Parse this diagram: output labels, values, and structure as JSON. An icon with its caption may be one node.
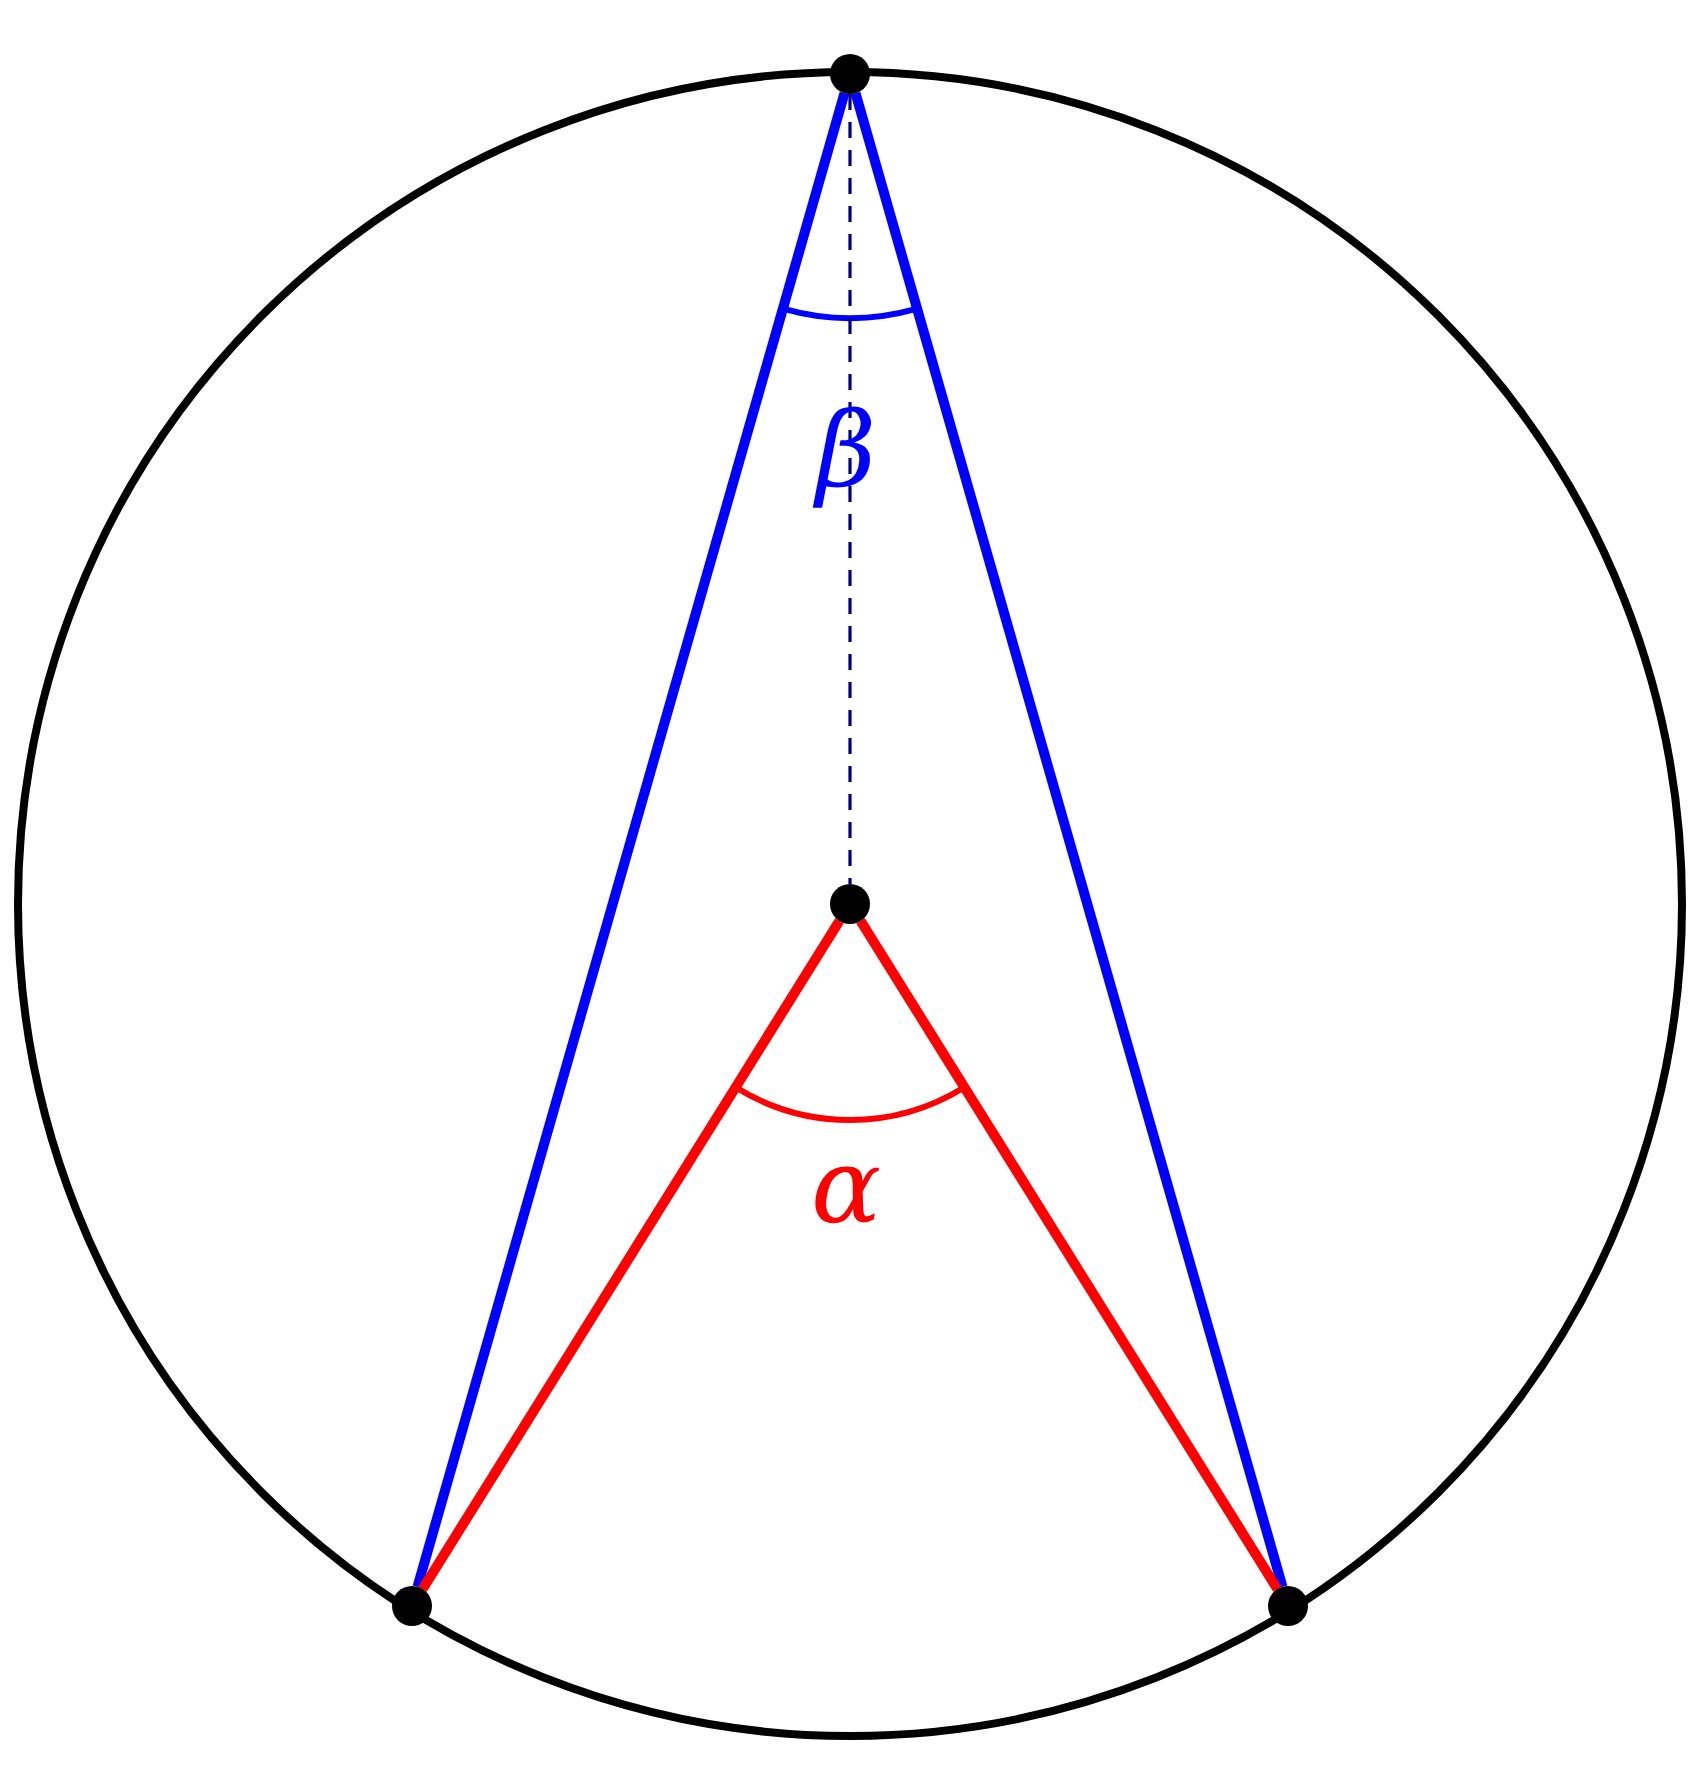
{
  "diagram": {
    "nodes": [
      {
        "text": [],
        "shape": "circle"
      },
      {
        "text": [],
        "shape": "circle"
      },
      {
        "text": [],
        "shape": "circle"
      },
      {
        "text": [],
        "shape": "circle"
      }
    ],
    "edges": [
      {
        "from": 0,
        "to": 2,
        "arrow": "none",
        "color": "#0000ff"
      },
      {
        "from": 0,
        "to": 3,
        "arrow": "none",
        "color": "#0000ff"
      },
      {
        "from": 1,
        "to": 2,
        "arrow": "none",
        "color": "#ff0000"
      },
      {
        "from": 1,
        "to": 3,
        "arrow": "none",
        "color": "#ff0000"
      },
      {
        "from": 0,
        "to": 1,
        "arrow": "none",
        "style": "dashed",
        "color": "#000080"
      }
    ],
    "labels": [
      "β",
      "α"
    ]
  }
}
